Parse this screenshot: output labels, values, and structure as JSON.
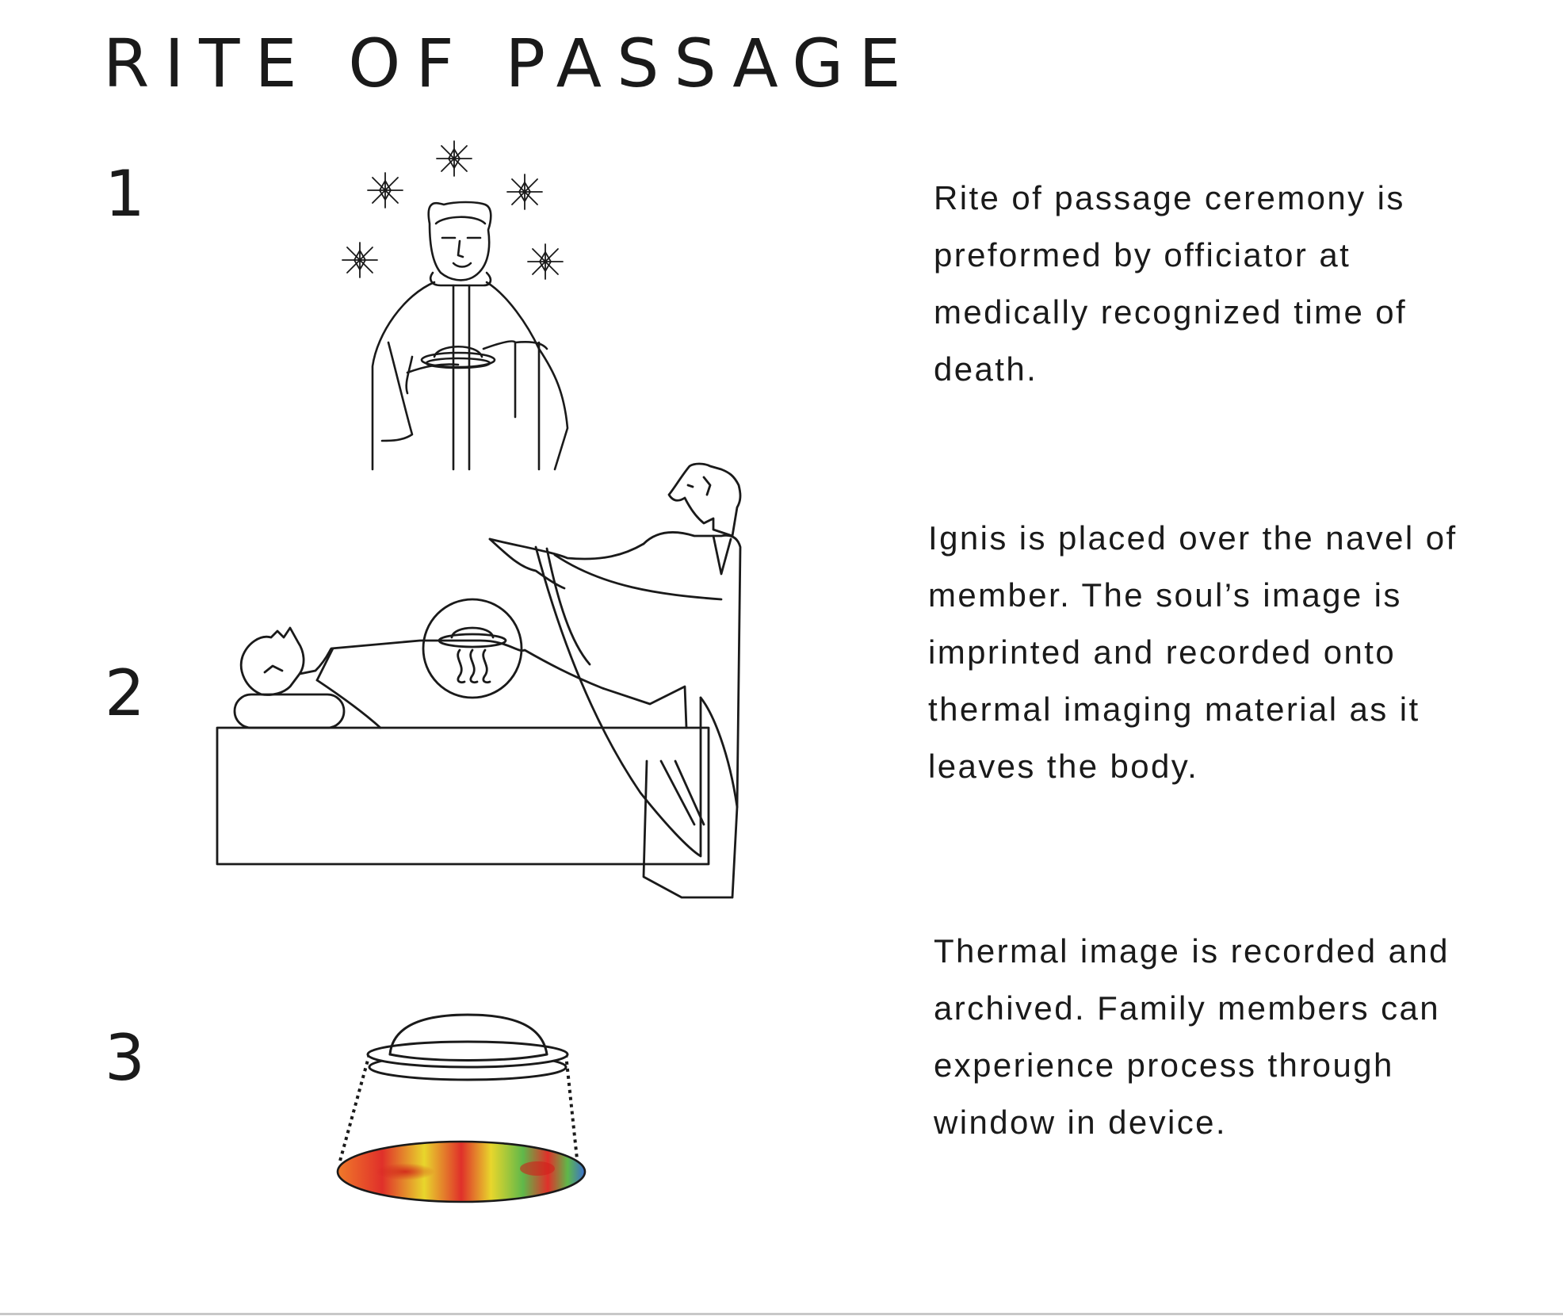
{
  "page": {
    "title": "RITE OF PASSAGE"
  },
  "steps": [
    {
      "number": "1",
      "text": "Rite of passage ceremony is preformed by officiator at medically recognized time of death.",
      "illustration": "officiator-holding-ignis-icon"
    },
    {
      "number": "2",
      "text": "Ignis is placed over the navel of member. The soul’s image is imprinted and recorded onto thermal imaging material as it leaves the body.",
      "illustration": "ignis-over-navel-icon"
    },
    {
      "number": "3",
      "text": "Thermal image is recorded and archived. Family members can experience process through window in device.",
      "illustration": "thermal-image-projection-icon"
    }
  ],
  "colors": {
    "ink": "#1a1a1a",
    "background": "#ffffff",
    "thermal_red": "#e0302a",
    "thermal_orange": "#f07a2a",
    "thermal_yellow": "#e8d62c",
    "thermal_green": "#5fb84a",
    "thermal_blue": "#3a6fd0"
  }
}
